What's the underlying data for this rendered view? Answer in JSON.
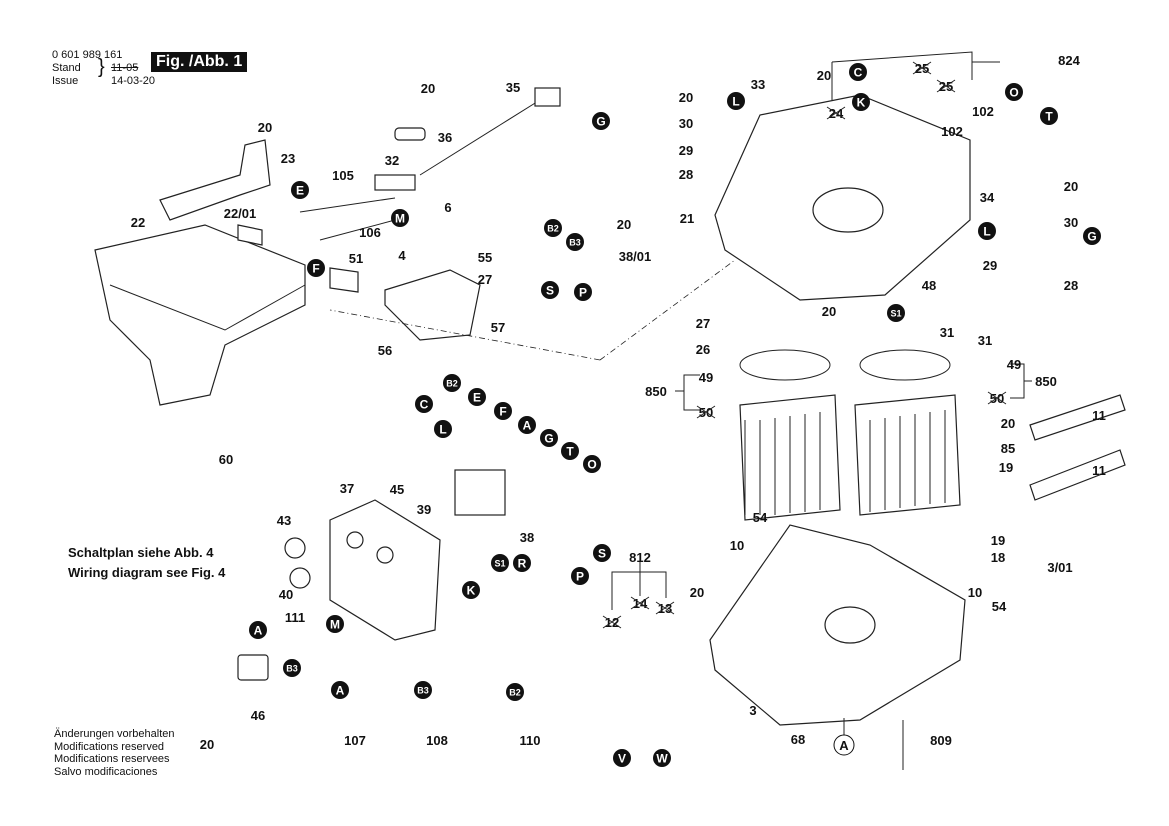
{
  "header": {
    "part_number": "0 601 989 161",
    "stand_label": "Stand",
    "issue_label": "Issue",
    "old_date": "11-05",
    "issue_date": "14-03-20",
    "figure_title": "Fig. /Abb. 1"
  },
  "notes": {
    "wiring_de": "Schaltplan siehe Abb. 4",
    "wiring_en": "Wiring diagram see Fig. 4"
  },
  "modifications": [
    "Änderungen vorbehalten",
    "Modifications reserved",
    "Modifications reservees",
    "Salvo modificaciones"
  ],
  "callouts": [
    {
      "t": "20"
    },
    {
      "t": "35"
    },
    {
      "t": "20"
    },
    {
      "t": "36"
    },
    {
      "t": "23"
    },
    {
      "t": "32"
    },
    {
      "t": "105"
    },
    {
      "t": "6"
    },
    {
      "t": "22/01"
    },
    {
      "t": "106"
    },
    {
      "t": "22"
    },
    {
      "t": "4"
    },
    {
      "t": "55"
    },
    {
      "t": "51"
    },
    {
      "t": "27"
    },
    {
      "t": "57"
    },
    {
      "t": "56"
    },
    {
      "t": "60"
    },
    {
      "t": "37"
    },
    {
      "t": "45"
    },
    {
      "t": "43"
    },
    {
      "t": "39"
    },
    {
      "t": "38"
    },
    {
      "t": "40"
    },
    {
      "t": "111"
    },
    {
      "t": "46"
    },
    {
      "t": "20"
    },
    {
      "t": "107"
    },
    {
      "t": "108"
    },
    {
      "t": "110"
    },
    {
      "t": "812"
    },
    {
      "t": "12",
      "x": true
    },
    {
      "t": "14",
      "x": true
    },
    {
      "t": "13",
      "x": true
    },
    {
      "t": "10"
    },
    {
      "t": "20"
    },
    {
      "t": "3"
    },
    {
      "t": "68"
    },
    {
      "t": "809"
    },
    {
      "t": "54"
    },
    {
      "t": "54"
    },
    {
      "t": "10"
    },
    {
      "t": "19"
    },
    {
      "t": "19"
    },
    {
      "t": "18"
    },
    {
      "t": "3/01"
    },
    {
      "t": "85"
    },
    {
      "t": "20"
    },
    {
      "t": "11"
    },
    {
      "t": "11"
    },
    {
      "t": "850"
    },
    {
      "t": "49"
    },
    {
      "t": "50",
      "x": true
    },
    {
      "t": "850"
    },
    {
      "t": "49"
    },
    {
      "t": "50",
      "x": true
    },
    {
      "t": "27"
    },
    {
      "t": "26"
    },
    {
      "t": "20"
    },
    {
      "t": "48"
    },
    {
      "t": "31"
    },
    {
      "t": "31"
    },
    {
      "t": "28"
    },
    {
      "t": "29"
    },
    {
      "t": "30"
    },
    {
      "t": "20"
    },
    {
      "t": "34"
    },
    {
      "t": "21"
    },
    {
      "t": "28"
    },
    {
      "t": "29"
    },
    {
      "t": "30"
    },
    {
      "t": "20"
    },
    {
      "t": "33"
    },
    {
      "t": "20"
    },
    {
      "t": "24",
      "x": true
    },
    {
      "t": "25",
      "x": true
    },
    {
      "t": "25",
      "x": true
    },
    {
      "t": "824"
    },
    {
      "t": "102"
    },
    {
      "t": "102"
    },
    {
      "t": "20"
    },
    {
      "t": "38/01"
    }
  ],
  "markers": [
    "G",
    "L",
    "C",
    "K",
    "O",
    "T",
    "E",
    "M",
    "F",
    "B2",
    "B3",
    "S",
    "P",
    "S1",
    "L",
    "G",
    "C",
    "L",
    "B2",
    "E",
    "F",
    "A",
    "G",
    "T",
    "O",
    "S",
    "R",
    "S1",
    "P",
    "K",
    "A",
    "M",
    "B3",
    "A",
    "B3",
    "B2",
    "V",
    "W"
  ],
  "outlined_marker": "A"
}
